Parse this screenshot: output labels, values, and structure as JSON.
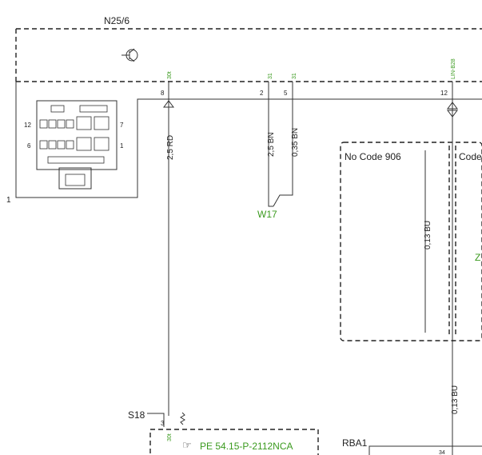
{
  "component": {
    "id": "N25/6",
    "pin_bracket": "1",
    "connector_pin_left": "12",
    "connector_pin_left2": "6",
    "connector_pin_right": "7",
    "connector_pin_right2": "1"
  },
  "pins": [
    {
      "number": "8",
      "signal": "30t"
    },
    {
      "number": "2",
      "signal": "31"
    },
    {
      "number": "5",
      "signal": "31"
    },
    {
      "number": "12",
      "signal": "LIN-B28"
    }
  ],
  "wires": [
    {
      "label": "2,5 RD"
    },
    {
      "label": "2,5 BN"
    },
    {
      "label": "0,35 BN"
    },
    {
      "label": "0,13 BU"
    },
    {
      "label": "0,13 BU"
    }
  ],
  "ground": {
    "label": "W17"
  },
  "code_boxes": {
    "left_label": "No Code 906",
    "right_label": "Code",
    "right_marker": "Z"
  },
  "switch": {
    "id": "S18",
    "pin": "3",
    "signal": "30t"
  },
  "reference": {
    "icon": "pointing-hand-icon",
    "text": "PE 54.15-P-2112NCA"
  },
  "rba": {
    "id": "RBA1",
    "pin": "34"
  }
}
